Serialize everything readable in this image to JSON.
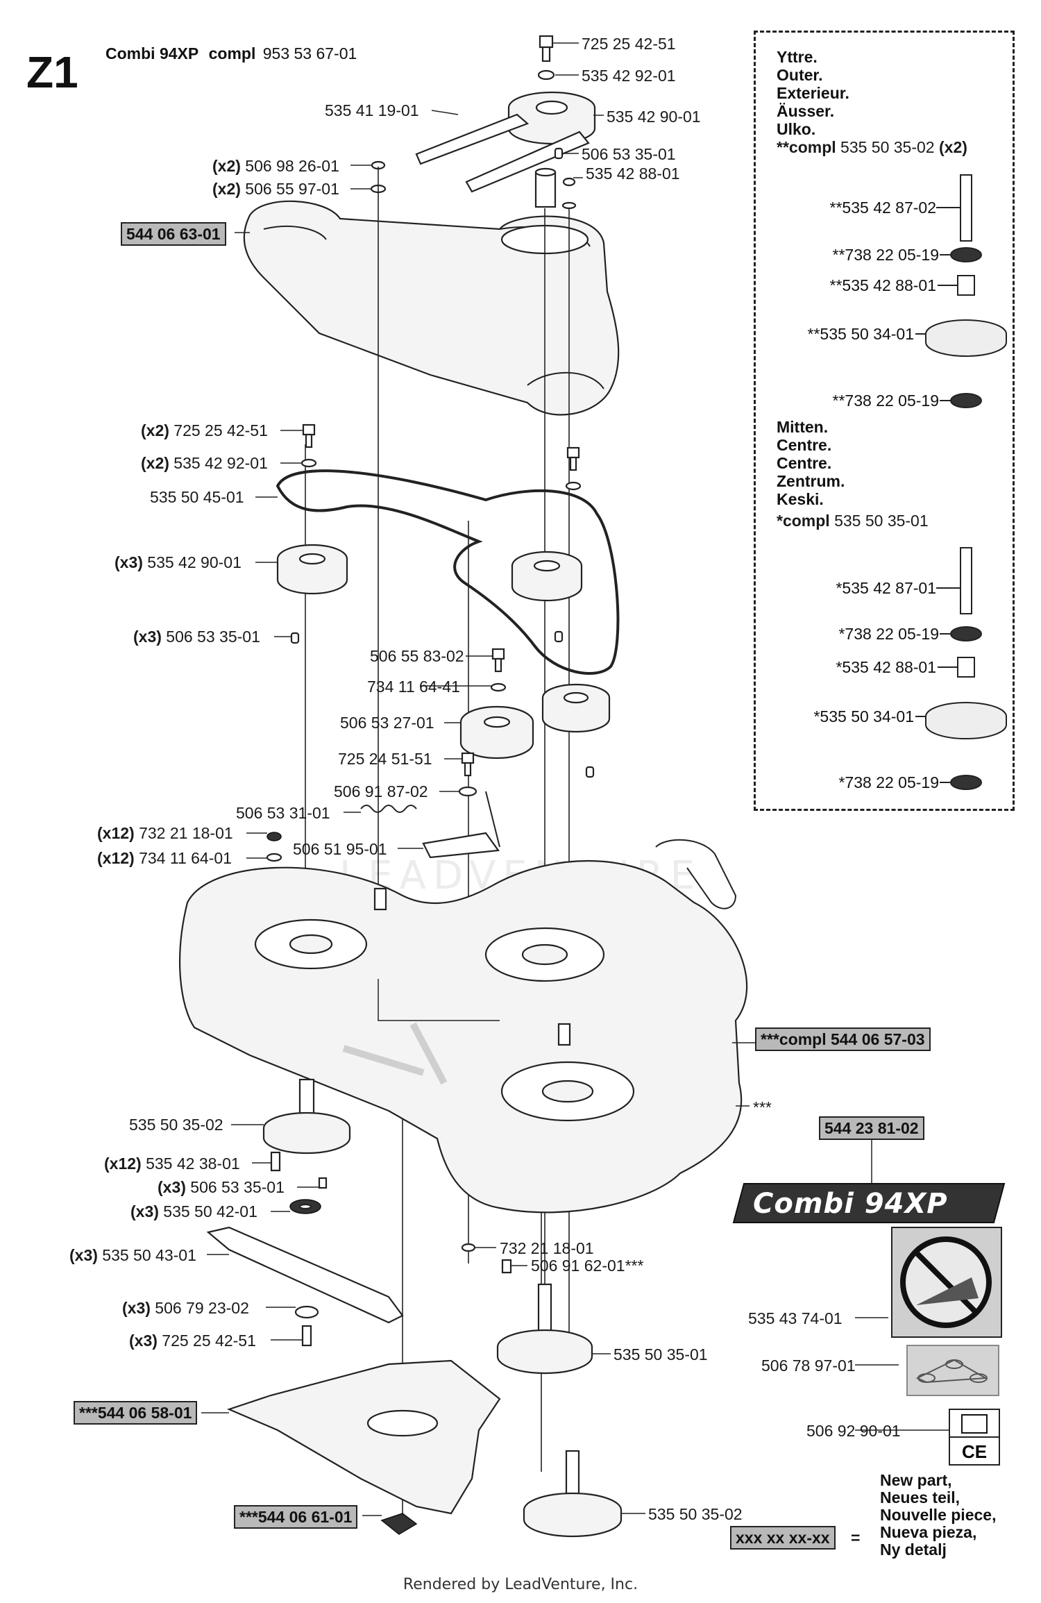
{
  "zone_code": "Z1",
  "title": {
    "model": "Combi 94XP",
    "compl_word": "compl",
    "compl_number": "953 53 67-01"
  },
  "boxed_labels": {
    "cover": "544 06 63-01",
    "deck_compl": "***compl 544 06 57-03",
    "decal_number": "544 23 81-02",
    "guard": "***544 06 58-01",
    "knob": "***544 06 61-01",
    "legend_box": "xxx xx xx-xx"
  },
  "top_parts": [
    {
      "qty": "",
      "number": "725 25 42-51"
    },
    {
      "qty": "",
      "number": "535 42 92-01"
    },
    {
      "qty": "",
      "number": "535 41 19-01"
    },
    {
      "qty": "",
      "number": "535 42 90-01"
    },
    {
      "qty": "",
      "number": "506 53 35-01"
    },
    {
      "qty": "(x2)",
      "number": "506 98 26-01"
    },
    {
      "qty": "",
      "number": "535 42 88-01"
    },
    {
      "qty": "(x2)",
      "number": "506 55 97-01"
    }
  ],
  "middle_parts": [
    {
      "qty": "(x2)",
      "number": "725 25 42-51"
    },
    {
      "qty": "(x2)",
      "number": "535 42 92-01"
    },
    {
      "qty": "",
      "number": "535 50 45-01"
    },
    {
      "qty": "(x3)",
      "number": "535 42 90-01"
    },
    {
      "qty": "(x3)",
      "number": "506 53 35-01"
    },
    {
      "qty": "",
      "number": "506 55 83-02"
    },
    {
      "qty": "",
      "number": "734 11 64-41"
    },
    {
      "qty": "",
      "number": "506 53 27-01"
    },
    {
      "qty": "",
      "number": "725 24 51-51"
    },
    {
      "qty": "",
      "number": "506 91 87-02"
    },
    {
      "qty": "",
      "number": "506 53 31-01"
    },
    {
      "qty": "(x12)",
      "number": "732 21 18-01"
    },
    {
      "qty": "",
      "number": "506 51 95-01"
    },
    {
      "qty": "(x12)",
      "number": "734 11 64-01"
    }
  ],
  "bottom_parts": [
    {
      "qty": "",
      "number": "535 50 35-02"
    },
    {
      "qty": "(x12)",
      "number": "535 42 38-01"
    },
    {
      "qty": "(x3)",
      "number": "506 53 35-01"
    },
    {
      "qty": "(x3)",
      "number": "535 50 42-01"
    },
    {
      "qty": "(x3)",
      "number": "535 50 43-01"
    },
    {
      "qty": "(x3)",
      "number": "506 79 23-02"
    },
    {
      "qty": "(x3)",
      "number": "725 25 42-51"
    },
    {
      "qty": "",
      "number": "732 21 18-01"
    },
    {
      "qty": "",
      "number": "506 91 62-01***"
    },
    {
      "qty": "",
      "number": "535 50 35-01"
    },
    {
      "qty": "",
      "number": "535 50 35-02"
    },
    {
      "qty": "",
      "number": "***"
    }
  ],
  "right_parts": [
    {
      "number": "535 43 74-01"
    },
    {
      "number": "506 78 97-01"
    },
    {
      "number": "506 92 90-01"
    }
  ],
  "side_panel": {
    "outer_words": [
      "Yttre.",
      "Outer.",
      "Exterieur.",
      "Äusser.",
      "Ulko."
    ],
    "outer_compl": {
      "prefix": "**compl",
      "number": "535 50 35-02",
      "qty": "(x2)"
    },
    "outer_parts": [
      "**535 42 87-02",
      "**738 22 05-19",
      "**535 42 88-01",
      "**535 50 34-01",
      "**738 22 05-19"
    ],
    "centre_words": [
      "Mitten.",
      "Centre.",
      "Centre.",
      "Zentrum.",
      "Keski."
    ],
    "centre_compl": {
      "prefix": "*compl",
      "number": "535 50 35-01"
    },
    "centre_parts": [
      "*535 42 87-01",
      "*738 22 05-19",
      "*535 42 88-01",
      "*535 50 34-01",
      "*738 22 05-19"
    ]
  },
  "decal_text": "Combi 94XP",
  "new_part_legend": [
    "New part,",
    "Neues teil,",
    "Nouvelle piece,",
    "Nueva pieza,",
    "Ny detalj"
  ],
  "legend_equals": "=",
  "ce_mark": "CE",
  "footer": "Rendered by LeadVenture, Inc.",
  "watermark": "LEADVENTURE"
}
